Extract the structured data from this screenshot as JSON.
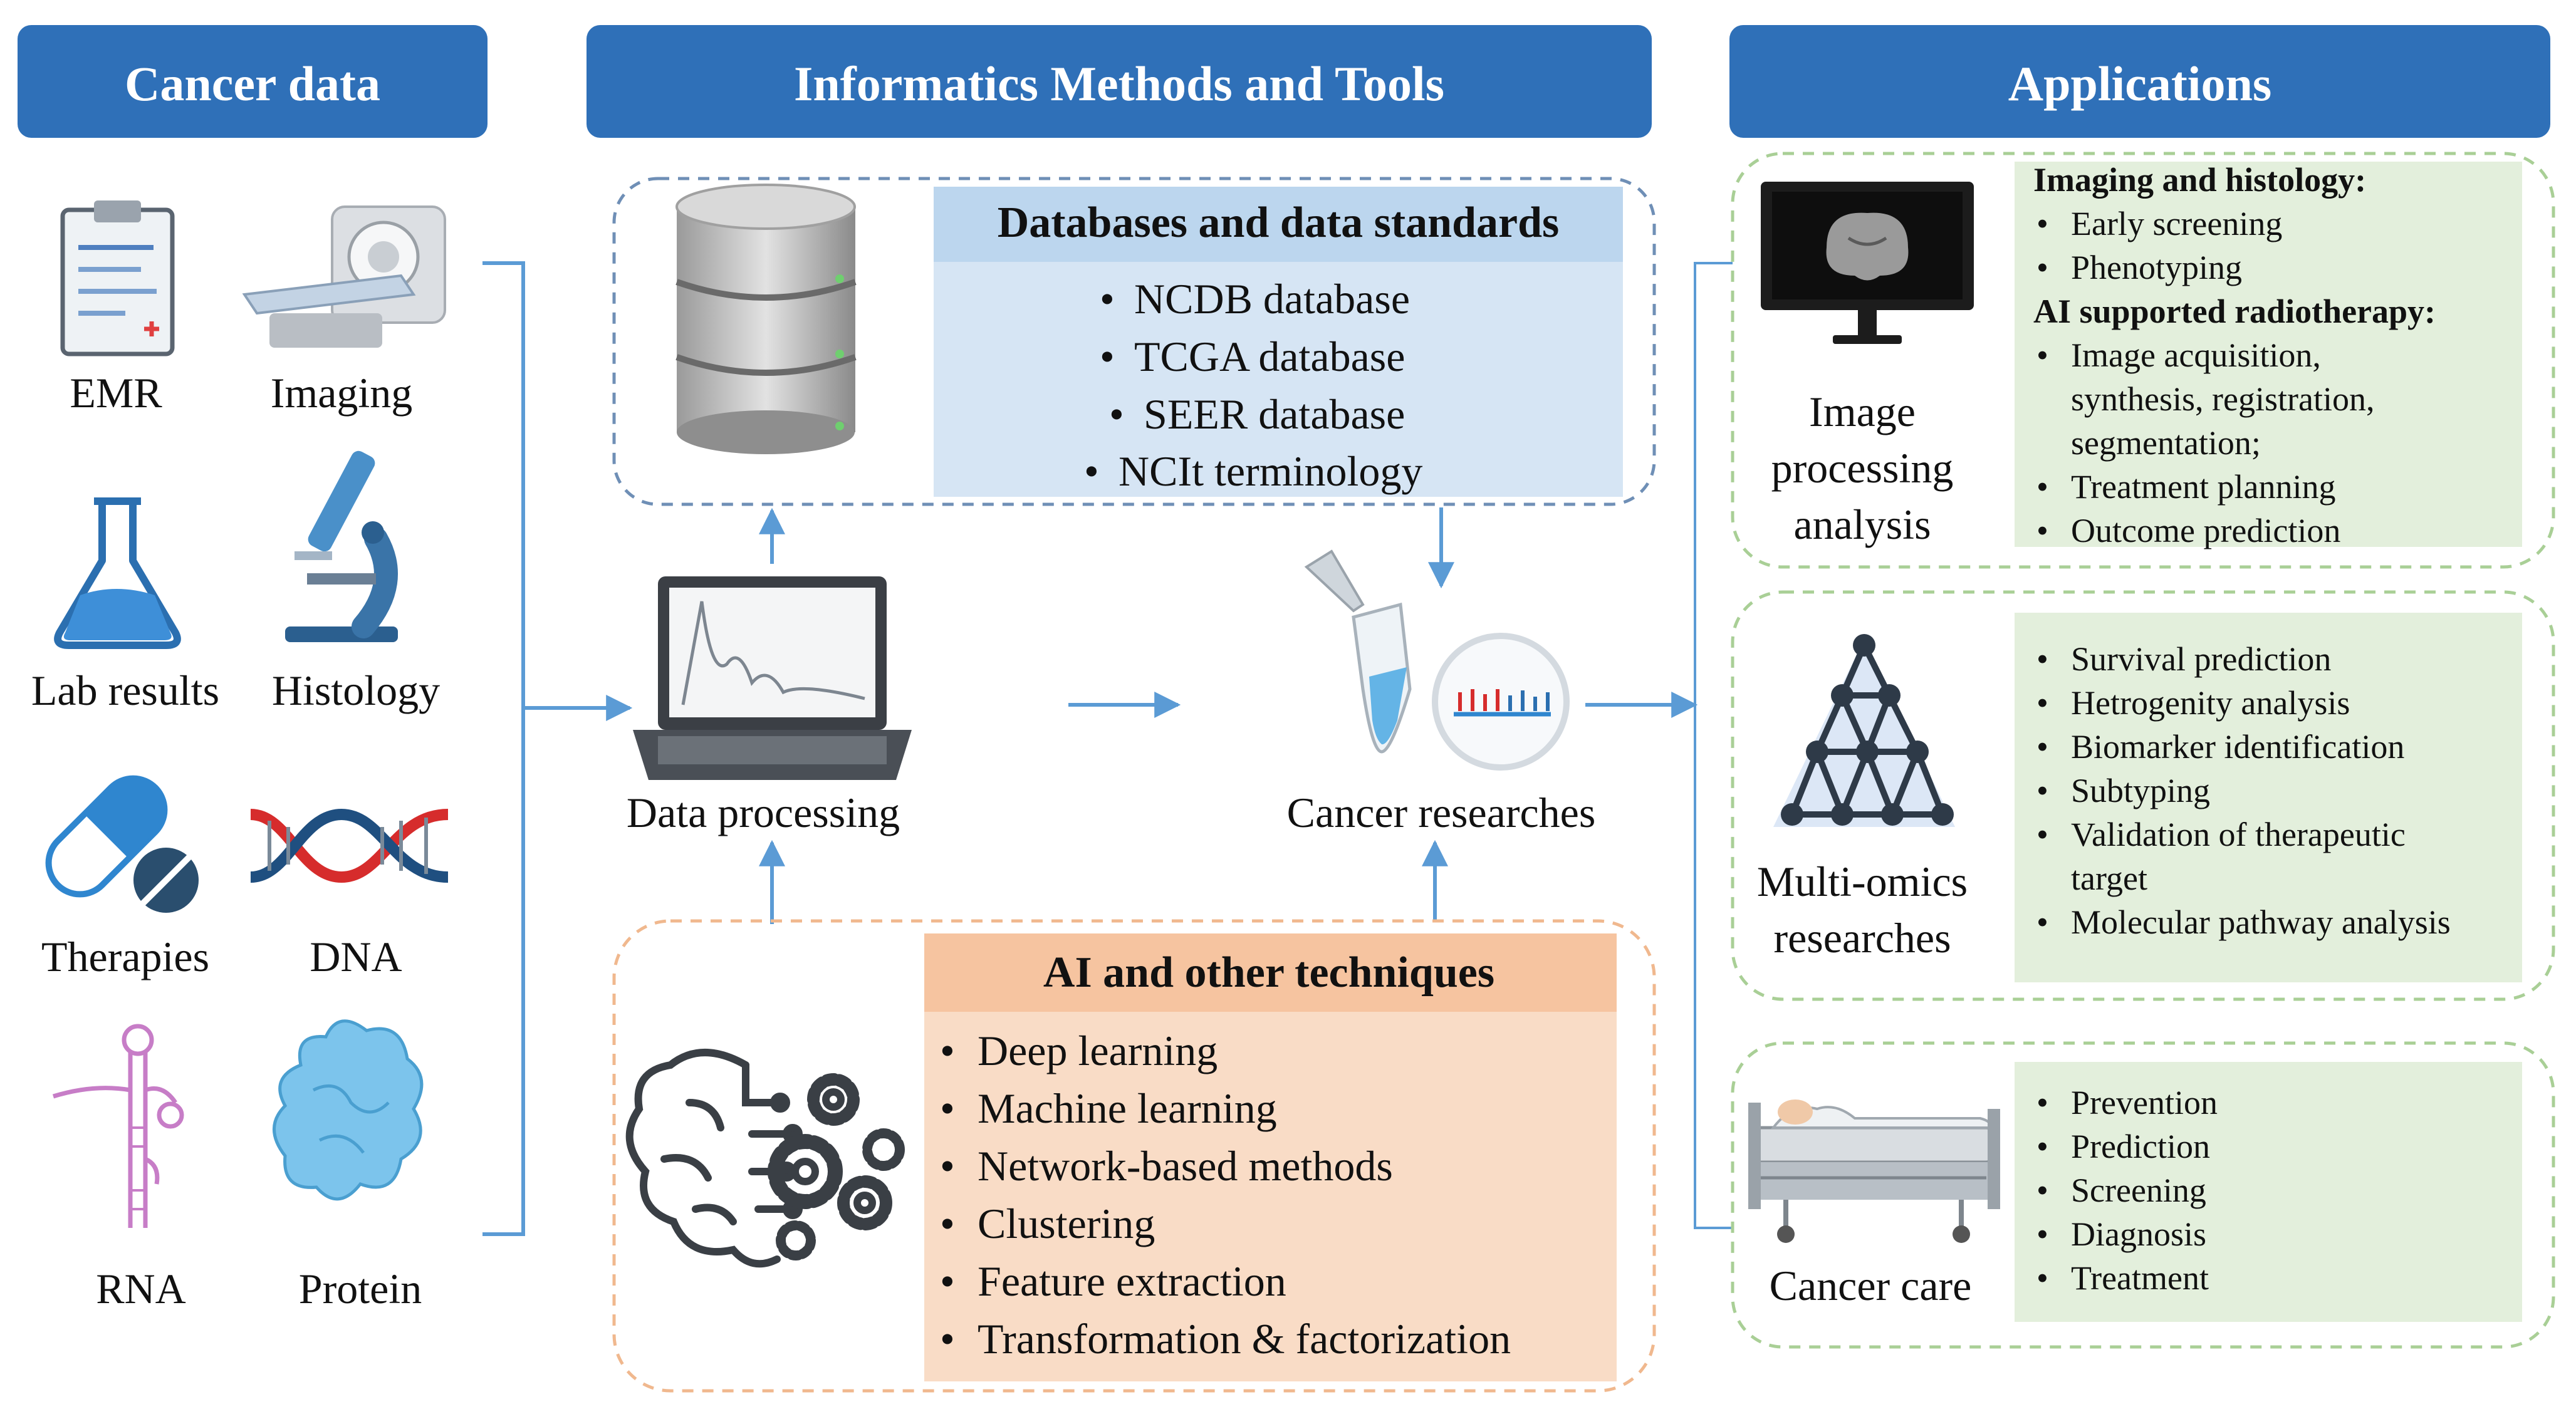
{
  "headers": {
    "cancer_data": "Cancer data",
    "methods": "Informatics Methods and Tools",
    "applications": "Applications"
  },
  "data_types": {
    "emr": "EMR",
    "imaging": "Imaging",
    "lab_results": "Lab results",
    "histology": "Histology",
    "therapies": "Therapies",
    "dna": "DNA",
    "rna": "RNA",
    "protein": "Protein"
  },
  "databases": {
    "title": "Databases and data standards",
    "items": [
      "NCDB database",
      "TCGA database",
      "SEER database",
      "NCIt terminology"
    ]
  },
  "processing": {
    "data_processing": "Data processing",
    "cancer_researches": "Cancer researches"
  },
  "ai": {
    "title": "AI and other techniques",
    "items": [
      "Deep learning",
      "Machine learning",
      "Network-based methods",
      "Clustering",
      "Feature extraction",
      "Transformation & factorization"
    ]
  },
  "applications": {
    "image": {
      "label_lines": [
        "Image",
        "processing",
        "analysis"
      ],
      "heading1": "Imaging and histology:",
      "list1": [
        "Early screening",
        "Phenotyping"
      ],
      "heading2": "AI supported radiotherapy:",
      "list2_item1_lines": [
        "Image acquisition,",
        "synthesis, registration,",
        "segmentation;"
      ],
      "list2": [
        "Treatment planning",
        "Outcome prediction"
      ]
    },
    "omics": {
      "label_lines": [
        "Multi-omics",
        "researches"
      ],
      "items": [
        "Survival prediction",
        "Hetrogenity analysis",
        "Biomarker identification",
        "Subtyping"
      ],
      "item_multi_lines": [
        "Validation of therapeutic",
        "target"
      ],
      "last_item": "Molecular pathway analysis"
    },
    "care": {
      "label": "Cancer care",
      "items": [
        "Prevention",
        "Prediction",
        "Screening",
        "Diagnosis",
        "Treatment"
      ]
    }
  },
  "colors": {
    "header_blue": "#2f70b8",
    "arrow_blue": "#5b9bd5",
    "db_box": "#d6e5f4",
    "ai_box": "#f9dcc6",
    "app_box": "#e3efdc",
    "dash_blue": "#6f8fb6",
    "dash_orange": "#f0b88e",
    "dash_green": "#a9cf96"
  }
}
